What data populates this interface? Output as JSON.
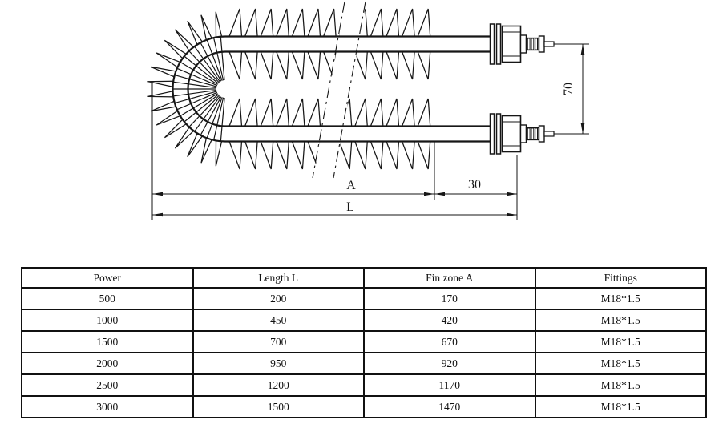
{
  "diagram": {
    "type": "finned tubular heating element, U-shaped, side view",
    "dim_fin_zone_label": "A",
    "dim_total_length_label": "L",
    "dim_unfinned_end": "30",
    "dim_terminal_spacing": "70",
    "line_color": "#161616"
  },
  "table": {
    "headers": [
      "Power",
      "Length L",
      "Fin zone A",
      "Fittings"
    ],
    "rows": [
      [
        "500",
        "200",
        "170",
        "M18*1.5"
      ],
      [
        "1000",
        "450",
        "420",
        "M18*1.5"
      ],
      [
        "1500",
        "700",
        "670",
        "M18*1.5"
      ],
      [
        "2000",
        "950",
        "920",
        "M18*1.5"
      ],
      [
        "2500",
        "1200",
        "1170",
        "M18*1.5"
      ],
      [
        "3000",
        "1500",
        "1470",
        "M18*1.5"
      ]
    ]
  }
}
